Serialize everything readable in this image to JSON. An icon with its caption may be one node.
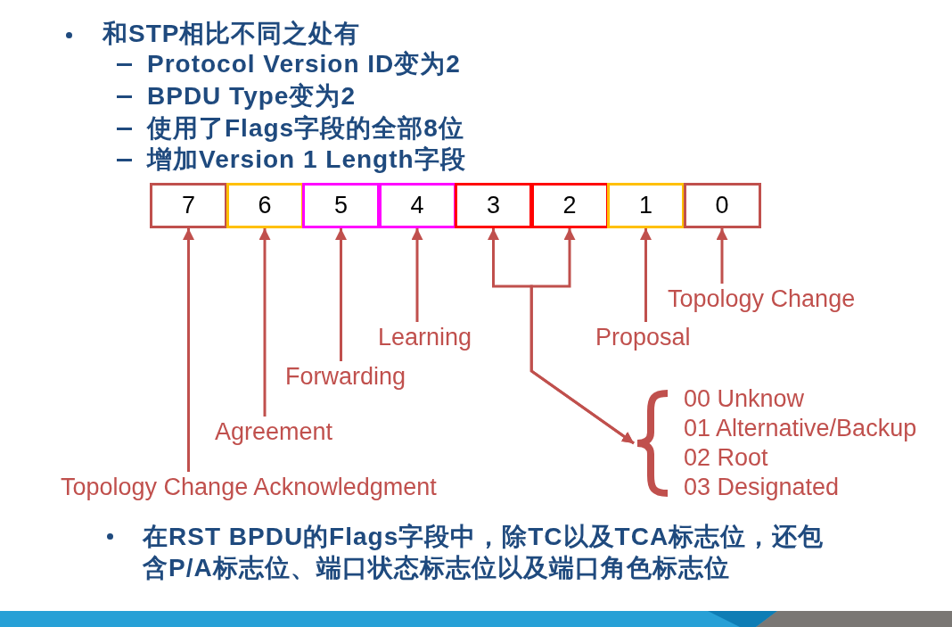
{
  "diagram": {
    "nodes": [
      {
        "text": [
          "7"
        ]
      },
      {
        "text": [
          "6"
        ]
      },
      {
        "text": [
          "5"
        ]
      },
      {
        "text": [
          "4"
        ]
      },
      {
        "text": [
          "3"
        ]
      },
      {
        "text": [
          "2"
        ]
      },
      {
        "text": [
          "1"
        ]
      },
      {
        "text": [
          "0"
        ]
      },
      {
        "text": [
          "Topology Change"
        ]
      },
      {
        "text": [
          "Learning"
        ]
      },
      {
        "text": [
          "Proposal"
        ]
      },
      {
        "text": [
          "Forwarding"
        ]
      },
      {
        "text": [
          "00 Unknow",
          "01 Alternative/Backup",
          "02 Root",
          "03 Designated"
        ]
      },
      {
        "text": [
          "Agreement"
        ]
      },
      {
        "text": [
          "Topology Change Acknowledgment"
        ]
      }
    ],
    "edges": [
      {
        "from": 14,
        "to": 0,
        "arrow": "to"
      },
      {
        "from": 13,
        "to": 1,
        "arrow": "to"
      },
      {
        "from": 11,
        "to": 2,
        "arrow": "to"
      },
      {
        "from": 9,
        "to": 3,
        "arrow": "to"
      },
      {
        "from": 12,
        "to": 4,
        "arrow": "both"
      },
      {
        "from": 12,
        "to": 5,
        "arrow": "both"
      },
      {
        "from": 10,
        "to": 6,
        "arrow": "to"
      },
      {
        "from": 8,
        "to": 7,
        "arrow": "to"
      }
    ],
    "labels": [
      "和STP相比不同之处有",
      "Protocol Version ID变为2",
      "BPDU Type变为2",
      "使用了Flags字段的全部8位",
      "增加Version 1 Length字段",
      "在RST BPDU的Flags字段中，除TC以及TCA标志位，还包含P/A标志位、端口状态标志位以及端口角色标志位"
    ]
  }
}
